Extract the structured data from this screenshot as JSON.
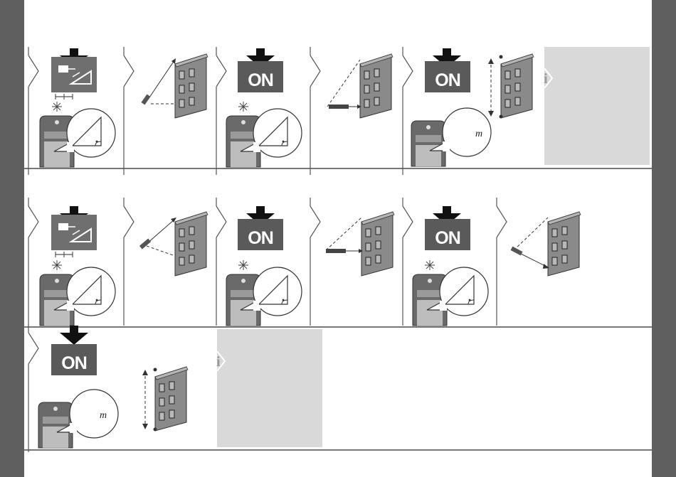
{
  "page": {
    "accent_color": "#5f5f5f",
    "panel_color": "#d9d9d9",
    "rule_color": "#777777"
  },
  "labels": {
    "on_button": "ON",
    "unit": "m",
    "info_icon": "i"
  },
  "rows": [
    {
      "name": "height-measurement-indirect",
      "steps": [
        {
          "icon": "pythagoras-mode-icon",
          "display": "triangle-function"
        },
        {
          "icon": "aim-top-point-icon"
        },
        {
          "icon": "on-button-icon",
          "label": "ON",
          "display": "triangle-function"
        },
        {
          "icon": "aim-horizontal-point-icon"
        },
        {
          "icon": "on-button-icon",
          "label": "ON",
          "display": "result",
          "unit": "m"
        },
        {
          "icon": "height-result-icon"
        },
        {
          "icon": "info-icon",
          "label": "i"
        }
      ]
    },
    {
      "name": "height-measurement-three-point",
      "steps": [
        {
          "icon": "pythagoras-mode-icon",
          "display": "triangle-function"
        },
        {
          "icon": "aim-top-point-icon"
        },
        {
          "icon": "on-button-icon",
          "label": "ON",
          "display": "triangle-function"
        },
        {
          "icon": "aim-horizontal-point-icon"
        },
        {
          "icon": "on-button-icon",
          "label": "ON",
          "display": "triangle-function"
        },
        {
          "icon": "aim-bottom-point-icon"
        }
      ]
    },
    {
      "name": "height-measurement-three-point-result",
      "steps": [
        {
          "icon": "on-button-icon",
          "label": "ON",
          "display": "result",
          "unit": "m"
        },
        {
          "icon": "height-result-icon"
        },
        {
          "icon": "info-icon",
          "label": "i"
        }
      ]
    }
  ]
}
